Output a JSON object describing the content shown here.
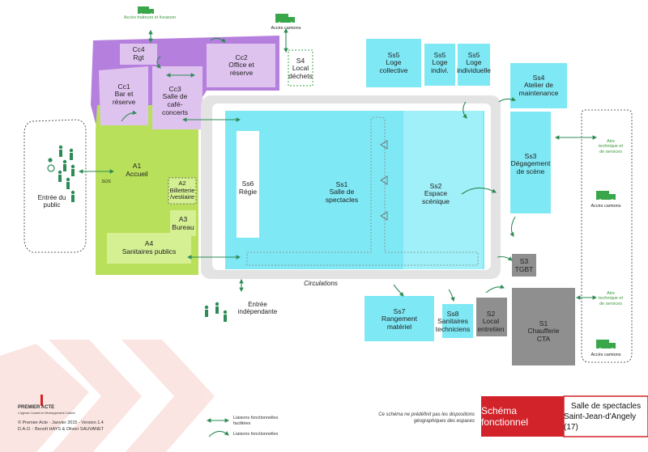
{
  "colors": {
    "purple": "#b57fde",
    "purple_light": "#dfc3ef",
    "green": "#b9e05a",
    "cyan": "#7fe8f5",
    "cyan_light": "#b7f1f8",
    "grey": "#8f8f8f",
    "circulation": "#e3e3e3",
    "title_red": "#d2232a",
    "arrow_green": "#2e8b57",
    "truck_green": "#3aa64a"
  },
  "rooms": {
    "cc4": {
      "code": "Cc4",
      "name": "Rgt"
    },
    "cc2": {
      "code": "Cc2",
      "name": "Office et réserve"
    },
    "cc1": {
      "code": "Cc1",
      "name": "Bar et réserve"
    },
    "cc3": {
      "code": "Cc3",
      "name": "Salle de café-concerts"
    },
    "s4": {
      "code": "S4",
      "name": "Local déchets"
    },
    "a1": {
      "code": "A1",
      "name": "Accueil"
    },
    "a2": {
      "code": "A2",
      "name": "Billetterie /vestiaire"
    },
    "a3": {
      "code": "A3",
      "name": "Bureau"
    },
    "a4": {
      "code": "A4",
      "name": "Sanitaires publics"
    },
    "ss6": {
      "code": "Ss6",
      "name": "Régie"
    },
    "ss1": {
      "code": "Ss1",
      "name": "Salle de spectacles"
    },
    "ss2": {
      "code": "Ss2",
      "name": "Espace scénique"
    },
    "ss5a": {
      "code": "Ss5",
      "name": "Loge collective"
    },
    "ss5b": {
      "code": "Ss5",
      "name": "Loge indivi."
    },
    "ss5c": {
      "code": "Ss5",
      "name": "Loge individuelle"
    },
    "ss4": {
      "code": "Ss4",
      "name": "Atelier de maintenance"
    },
    "ss3": {
      "code": "Ss3",
      "name": "Dégagement de scène"
    },
    "s3": {
      "code": "S3",
      "name": "TGBT"
    },
    "ss7": {
      "code": "Ss7",
      "name": "Rangement matériel"
    },
    "ss8": {
      "code": "Ss8",
      "name": "Sanitaires techniciens"
    },
    "s2": {
      "code": "S2",
      "name": "Local entretien"
    },
    "s1": {
      "code": "S1",
      "name": "Chaufferie CTA"
    }
  },
  "labels": {
    "acces_traiteurs": "Accès traiteurs et livraison",
    "acces_camions_top": "Accès camions",
    "acces_camions_mid": "Accès camions",
    "acces_camions_bottom": "Accès camions",
    "aire_technique_1": "Aire technique et de services",
    "aire_technique_2": "Aire technique et de services",
    "entree_public": "Entrée du public",
    "sos": "SOS",
    "entree_independante": "Entrée indépendante",
    "circulations": "Circulations"
  },
  "footer": {
    "brand": "PREMIER ACTE",
    "brand_tagline": "L'Agence Conseil en Développement Culturel",
    "copyright": "© Premier Acte - Janvier 2015 - Version 1.4",
    "dao": "D.A.O. : Benoît HAYS & Olivier SAUVANET",
    "legend_facilitated": "Liaisons fonctionnelles facilitées",
    "legend_functional": "Liaisons fonctionnelles",
    "note": "Ce schéma ne prédéfinit pas les dispositions géographiques des espaces",
    "title_red": "Schéma fonctionnel",
    "title_line1": "Salle de spectacles",
    "title_line2": "Saint-Jean-d'Angely (17)"
  }
}
